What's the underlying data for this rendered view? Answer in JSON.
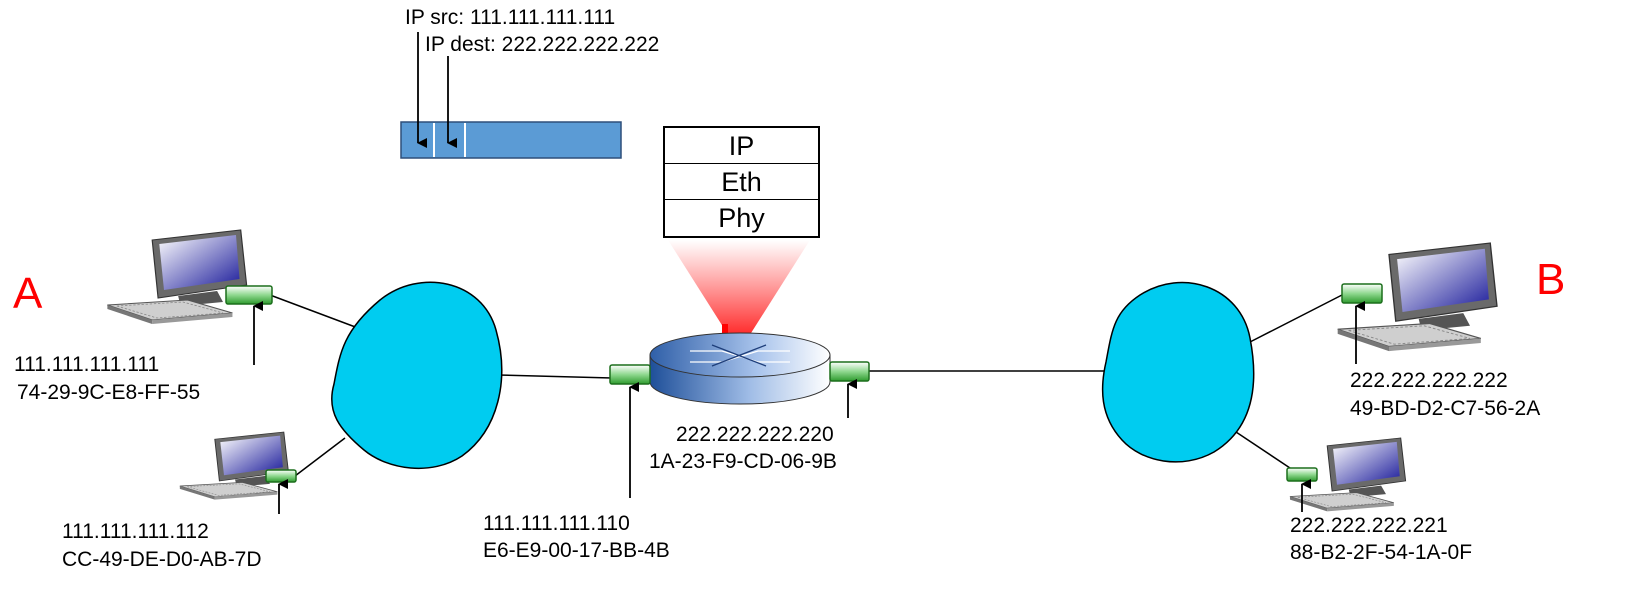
{
  "packet": {
    "ip_src": "IP src: 111.111.111.111",
    "ip_dest": "IP dest: 222.222.222.222"
  },
  "router_stack": [
    "IP",
    "Eth",
    "Phy"
  ],
  "host_a": {
    "label": "A",
    "ip": "111.111.111.111",
    "mac": "74-29-9C-E8-FF-55"
  },
  "host_a2": {
    "ip": "111.111.111.112",
    "mac": "CC-49-DE-D0-AB-7D"
  },
  "router_left": {
    "ip": "111.111.111.110",
    "mac": "E6-E9-00-17-BB-4B"
  },
  "router_right": {
    "ip": "222.222.222.220",
    "mac": "1A-23-F9-CD-06-9B"
  },
  "host_b": {
    "label": "B",
    "ip": "222.222.222.222",
    "mac": "49-BD-D2-C7-56-2A"
  },
  "host_b2": {
    "ip": "222.222.222.221",
    "mac": "88-B2-2F-54-1A-0F"
  },
  "colors": {
    "lan_cloud": "#00ccf0",
    "packet": "#5b9bd5",
    "label_red": "#ff0000",
    "adapter_green": "#2e9b2e"
  }
}
